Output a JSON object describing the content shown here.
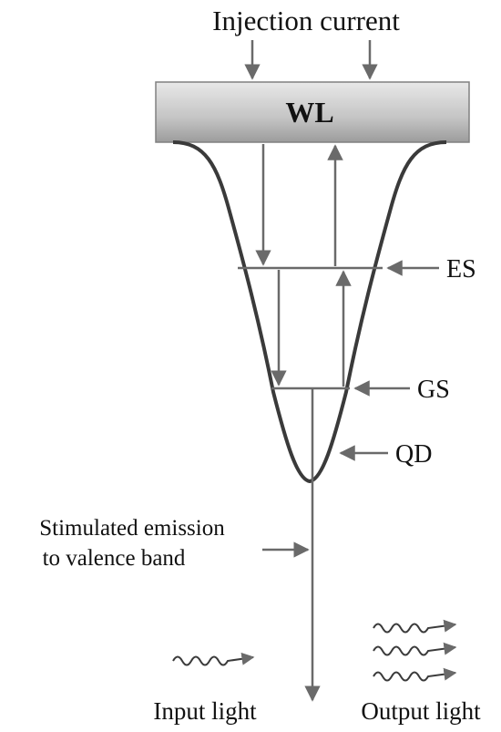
{
  "labels": {
    "injection_current": "Injection current",
    "wetting_layer": "WL",
    "excited_state": "ES",
    "ground_state": "GS",
    "quantum_dot": "QD",
    "stimulated_emission_line1": "Stimulated emission",
    "stimulated_emission_line2": "to valence band",
    "input_light": "Input light",
    "output_light": "Output light"
  },
  "colors": {
    "wl_bar_top": "#e6e6e6",
    "wl_bar_bottom": "#9a9a9a",
    "well_outline": "#3a3a3a",
    "arrow": "#6a6a6a",
    "text": "#111111"
  }
}
